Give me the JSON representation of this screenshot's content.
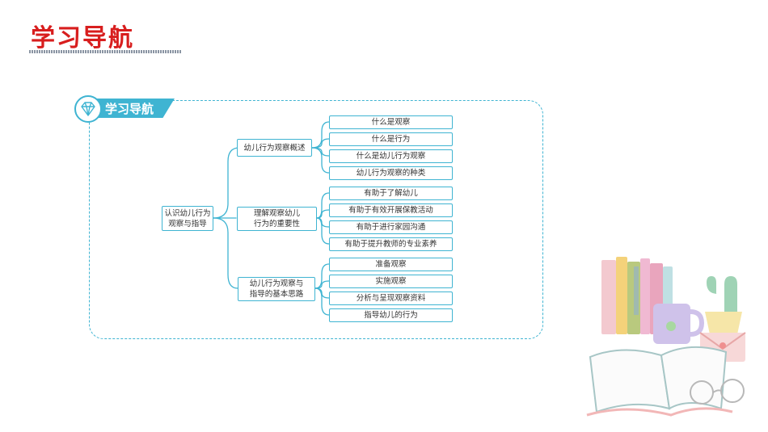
{
  "page": {
    "title": "学习导航"
  },
  "badge": {
    "label": "学习导航"
  },
  "tree": {
    "root": {
      "line1": "认识幼儿行为",
      "line2": "观察与指导"
    },
    "branches": [
      {
        "line1": "幼儿行为观察概述",
        "line2": "",
        "leaves": [
          "什么是观察",
          "什么是行为",
          "什么是幼儿行为观察",
          "幼儿行为观察的种类"
        ]
      },
      {
        "line1": "理解观察幼儿",
        "line2": "行为的重要性",
        "leaves": [
          "有助于了解幼儿",
          "有助于有效开展保教活动",
          "有助于进行家园沟通",
          "有助于提升教师的专业素养"
        ]
      },
      {
        "line1": "幼儿行为观察与",
        "line2": "指导的基本思路",
        "leaves": [
          "准备观察",
          "实施观察",
          "分析与呈现观察资料",
          "指导幼儿的行为"
        ]
      }
    ]
  },
  "colors": {
    "title": "#d81e1e",
    "accent": "#3fb4d2"
  },
  "icons": {
    "badge": "diamond-icon",
    "decoration": "books-cactus-illustration"
  }
}
